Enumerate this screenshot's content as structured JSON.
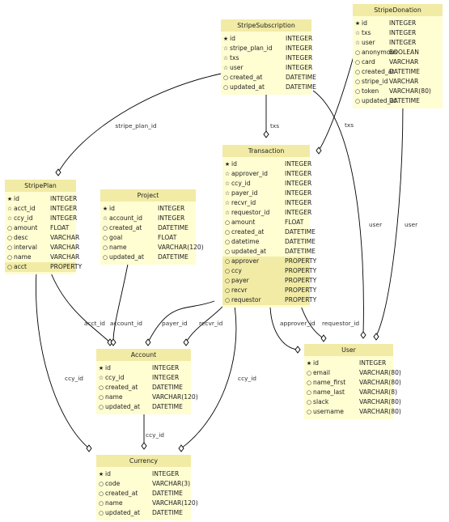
{
  "key_symbols": {
    "pk": "★",
    "field": "○",
    "fk": "☆"
  },
  "colors": {
    "header": "#f1eba6",
    "body": "#fffdd2",
    "property": "#f1eba6",
    "line": "#000000"
  },
  "entities": {
    "StripeSubscription": {
      "title": "StripeSubscription",
      "rows": [
        {
          "key": "pk",
          "name": "id",
          "type": "INTEGER"
        },
        {
          "key": "fk",
          "name": "stripe_plan_id",
          "type": "INTEGER"
        },
        {
          "key": "fk",
          "name": "txs",
          "type": "INTEGER"
        },
        {
          "key": "fk",
          "name": "user",
          "type": "INTEGER"
        },
        {
          "key": "field",
          "name": "created_at",
          "type": "DATETIME"
        },
        {
          "key": "field",
          "name": "updated_at",
          "type": "DATETIME"
        }
      ]
    },
    "StripeDonation": {
      "title": "StripeDonation",
      "rows": [
        {
          "key": "pk",
          "name": "id",
          "type": "INTEGER"
        },
        {
          "key": "fk",
          "name": "txs",
          "type": "INTEGER"
        },
        {
          "key": "fk",
          "name": "user",
          "type": "INTEGER"
        },
        {
          "key": "field",
          "name": "anonymous",
          "type": "BOOLEAN"
        },
        {
          "key": "field",
          "name": "card",
          "type": "VARCHAR"
        },
        {
          "key": "field",
          "name": "created_at",
          "type": "DATETIME"
        },
        {
          "key": "field",
          "name": "stripe_id",
          "type": "VARCHAR"
        },
        {
          "key": "field",
          "name": "token",
          "type": "VARCHAR(80)"
        },
        {
          "key": "field",
          "name": "updated_at",
          "type": "DATETIME"
        }
      ]
    },
    "Transaction": {
      "title": "Transaction",
      "rows": [
        {
          "key": "pk",
          "name": "id",
          "type": "INTEGER"
        },
        {
          "key": "fk",
          "name": "approver_id",
          "type": "INTEGER"
        },
        {
          "key": "fk",
          "name": "ccy_id",
          "type": "INTEGER"
        },
        {
          "key": "fk",
          "name": "payer_id",
          "type": "INTEGER"
        },
        {
          "key": "fk",
          "name": "recvr_id",
          "type": "INTEGER"
        },
        {
          "key": "fk",
          "name": "requestor_id",
          "type": "INTEGER"
        },
        {
          "key": "field",
          "name": "amount",
          "type": "FLOAT"
        },
        {
          "key": "field",
          "name": "created_at",
          "type": "DATETIME"
        },
        {
          "key": "field",
          "name": "datetime",
          "type": "DATETIME"
        },
        {
          "key": "field",
          "name": "updated_at",
          "type": "DATETIME"
        },
        {
          "key": "field",
          "name": "approver",
          "type": "PROPERTY",
          "property": true
        },
        {
          "key": "field",
          "name": "ccy",
          "type": "PROPERTY",
          "property": true
        },
        {
          "key": "field",
          "name": "payer",
          "type": "PROPERTY",
          "property": true
        },
        {
          "key": "field",
          "name": "recvr",
          "type": "PROPERTY",
          "property": true
        },
        {
          "key": "field",
          "name": "requestor",
          "type": "PROPERTY",
          "property": true
        }
      ]
    },
    "StripePlan": {
      "title": "StripePlan",
      "rows": [
        {
          "key": "pk",
          "name": "id",
          "type": "INTEGER"
        },
        {
          "key": "fk",
          "name": "acct_id",
          "type": "INTEGER"
        },
        {
          "key": "fk",
          "name": "ccy_id",
          "type": "INTEGER"
        },
        {
          "key": "field",
          "name": "amount",
          "type": "FLOAT"
        },
        {
          "key": "field",
          "name": "desc",
          "type": "VARCHAR"
        },
        {
          "key": "field",
          "name": "interval",
          "type": "VARCHAR"
        },
        {
          "key": "field",
          "name": "name",
          "type": "VARCHAR"
        },
        {
          "key": "field",
          "name": "acct",
          "type": "PROPERTY",
          "property": true
        }
      ]
    },
    "Project": {
      "title": "Project",
      "rows": [
        {
          "key": "pk",
          "name": "id",
          "type": "INTEGER"
        },
        {
          "key": "fk",
          "name": "account_id",
          "type": "INTEGER"
        },
        {
          "key": "field",
          "name": "created_at",
          "type": "DATETIME"
        },
        {
          "key": "field",
          "name": "goal",
          "type": "FLOAT"
        },
        {
          "key": "field",
          "name": "name",
          "type": "VARCHAR(120)"
        },
        {
          "key": "field",
          "name": "updated_at",
          "type": "DATETIME"
        }
      ]
    },
    "Account": {
      "title": "Account",
      "rows": [
        {
          "key": "pk",
          "name": "id",
          "type": "INTEGER"
        },
        {
          "key": "fk",
          "name": "ccy_id",
          "type": "INTEGER"
        },
        {
          "key": "field",
          "name": "created_at",
          "type": "DATETIME"
        },
        {
          "key": "field",
          "name": "name",
          "type": "VARCHAR(120)"
        },
        {
          "key": "field",
          "name": "updated_at",
          "type": "DATETIME"
        }
      ]
    },
    "User": {
      "title": "User",
      "rows": [
        {
          "key": "pk",
          "name": "id",
          "type": "INTEGER"
        },
        {
          "key": "field",
          "name": "email",
          "type": "VARCHAR(80)"
        },
        {
          "key": "field",
          "name": "name_first",
          "type": "VARCHAR(80)"
        },
        {
          "key": "field",
          "name": "name_last",
          "type": "VARCHAR(8)"
        },
        {
          "key": "field",
          "name": "slack",
          "type": "VARCHAR(80)"
        },
        {
          "key": "field",
          "name": "username",
          "type": "VARCHAR(80)"
        }
      ]
    },
    "Currency": {
      "title": "Currency",
      "rows": [
        {
          "key": "pk",
          "name": "id",
          "type": "INTEGER"
        },
        {
          "key": "field",
          "name": "code",
          "type": "VARCHAR(3)"
        },
        {
          "key": "field",
          "name": "created_at",
          "type": "DATETIME"
        },
        {
          "key": "field",
          "name": "name",
          "type": "VARCHAR(120)"
        },
        {
          "key": "field",
          "name": "updated_at",
          "type": "DATETIME"
        }
      ]
    }
  },
  "relationships": [
    {
      "id": "stripesub-stripeplan",
      "from": "StripeSubscription",
      "to": "StripePlan",
      "label": "stripe_plan_id"
    },
    {
      "id": "stripesub-transaction",
      "from": "StripeSubscription",
      "to": "Transaction",
      "label": "txs"
    },
    {
      "id": "stripesub-user",
      "from": "StripeSubscription",
      "to": "User",
      "label": "user"
    },
    {
      "id": "stripedonation-transaction",
      "from": "StripeDonation",
      "to": "Transaction",
      "label": "txs"
    },
    {
      "id": "stripedonation-user",
      "from": "StripeDonation",
      "to": "User",
      "label": "user"
    },
    {
      "id": "stripeplan-account",
      "from": "StripePlan",
      "to": "Account",
      "label": "acct_id"
    },
    {
      "id": "stripeplan-currency",
      "from": "StripePlan",
      "to": "Currency",
      "label": "ccy_id"
    },
    {
      "id": "project-account",
      "from": "Project",
      "to": "Account",
      "label": "account_id"
    },
    {
      "id": "transaction-account-payer",
      "from": "Transaction",
      "to": "Account",
      "label": "payer_id"
    },
    {
      "id": "transaction-account-recvr",
      "from": "Transaction",
      "to": "Account",
      "label": "recvr_id"
    },
    {
      "id": "transaction-user-approver",
      "from": "Transaction",
      "to": "User",
      "label": "approver_id"
    },
    {
      "id": "transaction-user-requestor",
      "from": "Transaction",
      "to": "User",
      "label": "requestor_id"
    },
    {
      "id": "transaction-currency",
      "from": "Transaction",
      "to": "Currency",
      "label": "ccy_id"
    },
    {
      "id": "account-currency",
      "from": "Account",
      "to": "Currency",
      "label": "ccy_id"
    }
  ]
}
